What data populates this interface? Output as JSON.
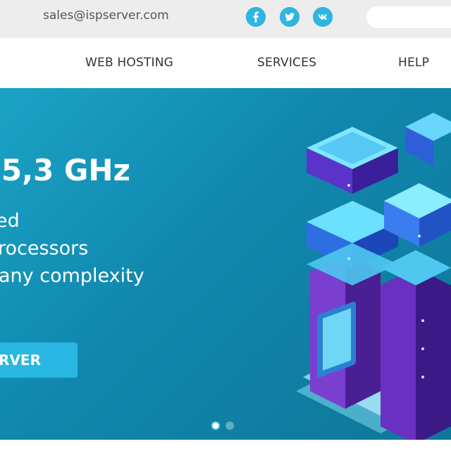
{
  "topbar": {
    "email": "sales@ispserver.com",
    "social": [
      {
        "icon": "facebook-icon",
        "glyph": "f"
      },
      {
        "icon": "twitter-icon",
        "glyph": ""
      },
      {
        "icon": "vk-icon",
        "glyph": "vk"
      }
    ],
    "search_placeholder": ""
  },
  "nav": {
    "items": [
      "WEB HOSTING",
      "SERVICES",
      "HELP"
    ]
  },
  "hero": {
    "headline": "5,3 GHz",
    "lines": [
      "ed",
      "rocessors",
      "any complexity"
    ],
    "cta_label": "RVER",
    "slider": {
      "count": 2,
      "active": 1
    }
  },
  "colors": {
    "accent": "#28b7e2",
    "hero_bg": "#1187ad",
    "topbar_bg": "#ededed"
  }
}
